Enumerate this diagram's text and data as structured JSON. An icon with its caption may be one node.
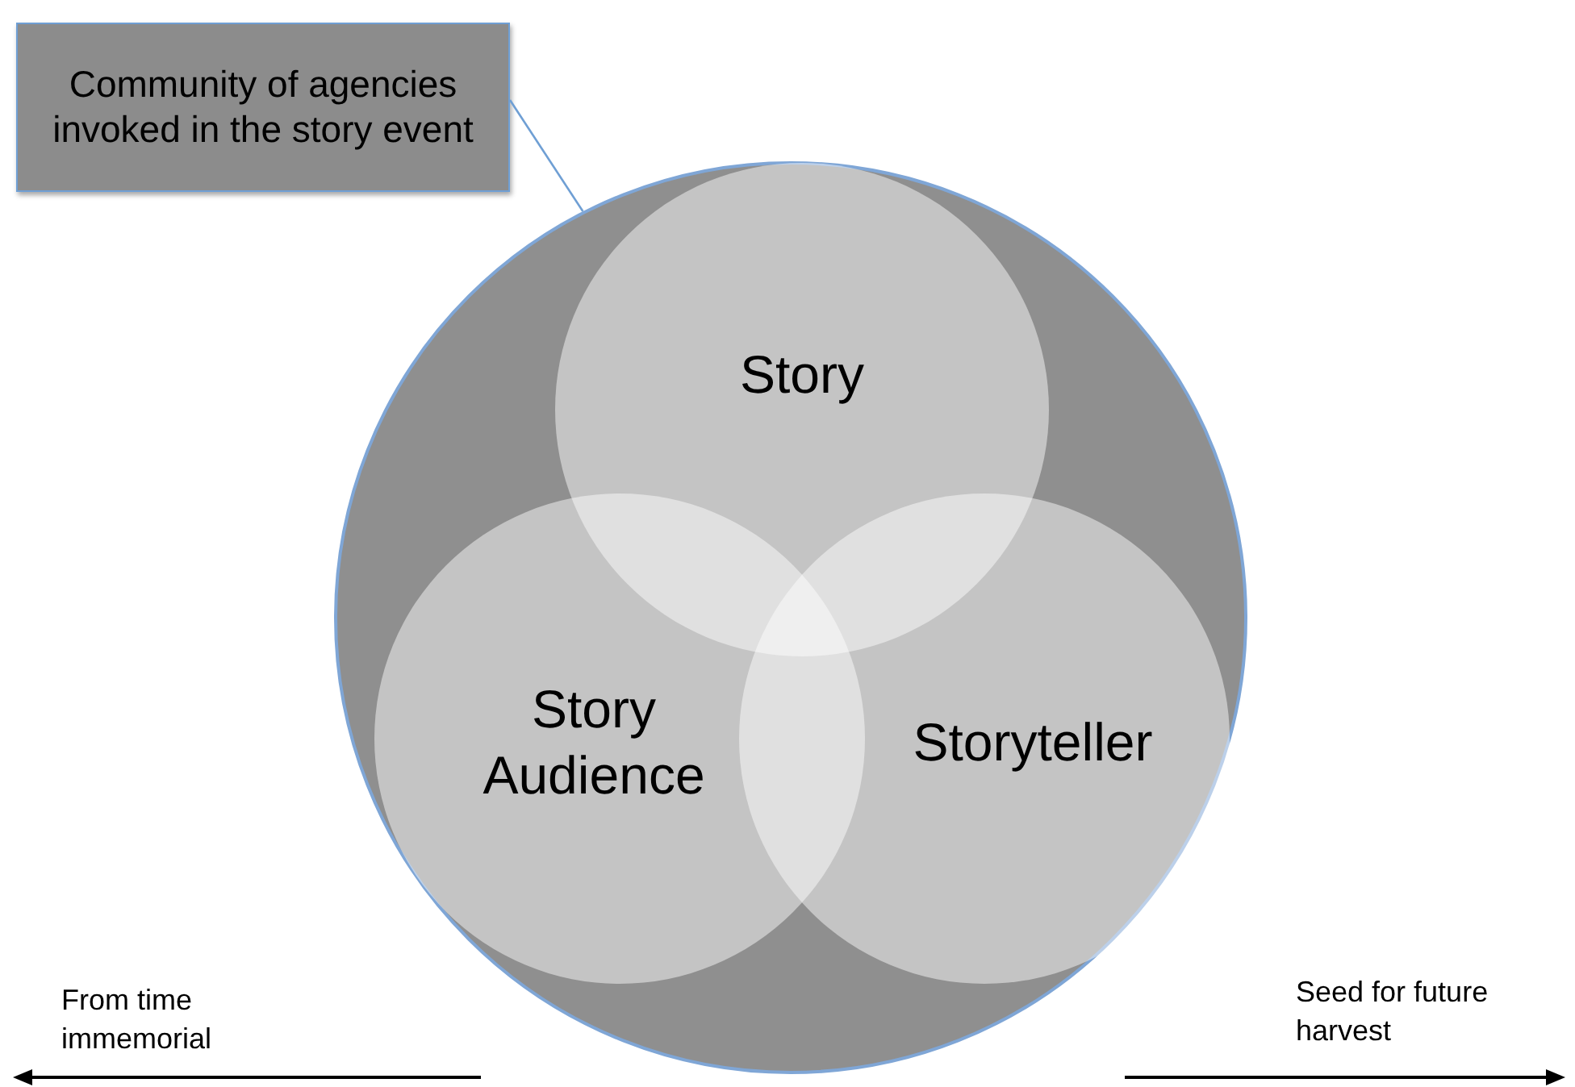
{
  "diagram": {
    "nodes": [
      {
        "text": [
          "Community of agencies invoked in the story event"
        ]
      },
      {
        "text": [],
        "shape": "circle"
      },
      {
        "text": [
          "Story"
        ],
        "in": 1
      },
      {
        "text": [
          "Story Audience"
        ],
        "in": 1
      },
      {
        "text": [
          "Storyteller"
        ],
        "in": 1
      }
    ],
    "edges": [
      {
        "from": 0,
        "to": 1,
        "arrow": "none"
      }
    ],
    "labels": [
      "From time immemorial",
      "Seed for future harvest"
    ]
  }
}
